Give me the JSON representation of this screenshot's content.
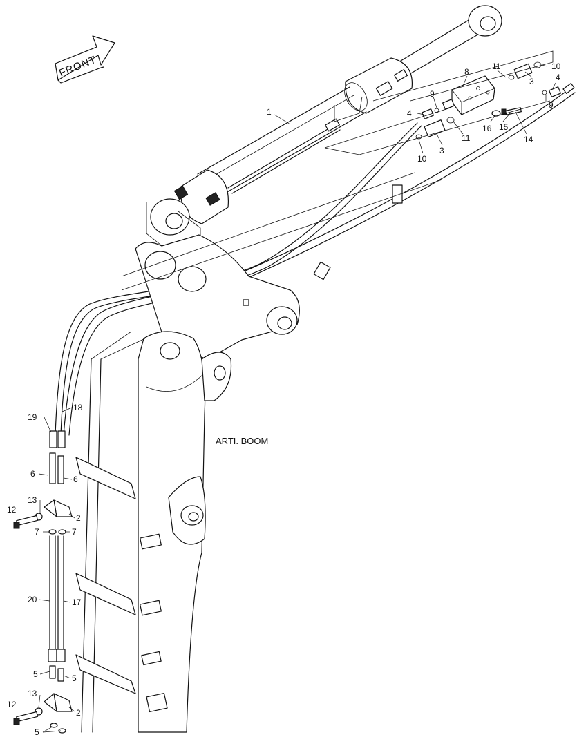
{
  "diagram": {
    "front_label": "FRONT",
    "section_label": "ARTI. BOOM",
    "part_labels": {
      "p1": "1",
      "p2a": "2",
      "p2b": "2",
      "p3a": "3",
      "p3b": "3",
      "p4a": "4",
      "p4b": "4",
      "p5a": "5",
      "p5b": "5",
      "p5c": "5",
      "p6a": "6",
      "p6b": "6",
      "p7a": "7",
      "p7b": "7",
      "p8": "8",
      "p9a": "9",
      "p9b": "9",
      "p10a": "10",
      "p10b": "10",
      "p11a": "11",
      "p11b": "11",
      "p12a": "12",
      "p12b": "12",
      "p13a": "13",
      "p13b": "13",
      "p14": "14",
      "p15": "15",
      "p16": "16",
      "p17": "17",
      "p18": "18",
      "p19": "19",
      "p20": "20"
    }
  }
}
